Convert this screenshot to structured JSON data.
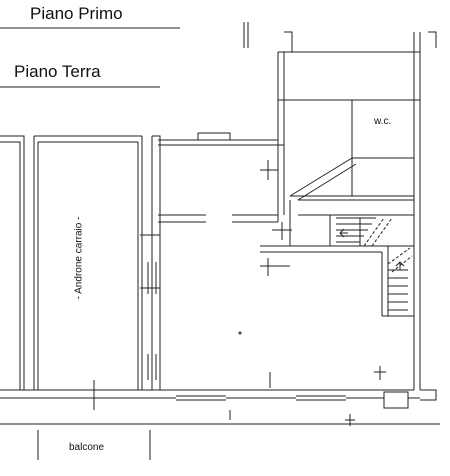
{
  "titles": {
    "upper_floor": "Piano Primo",
    "ground_floor": "Piano Terra"
  },
  "rooms": {
    "wc": "w.c.",
    "passage": "- Androne carraio -",
    "balcony": "balcone"
  },
  "colors": {
    "line": "#222222",
    "background": "#ffffff"
  }
}
